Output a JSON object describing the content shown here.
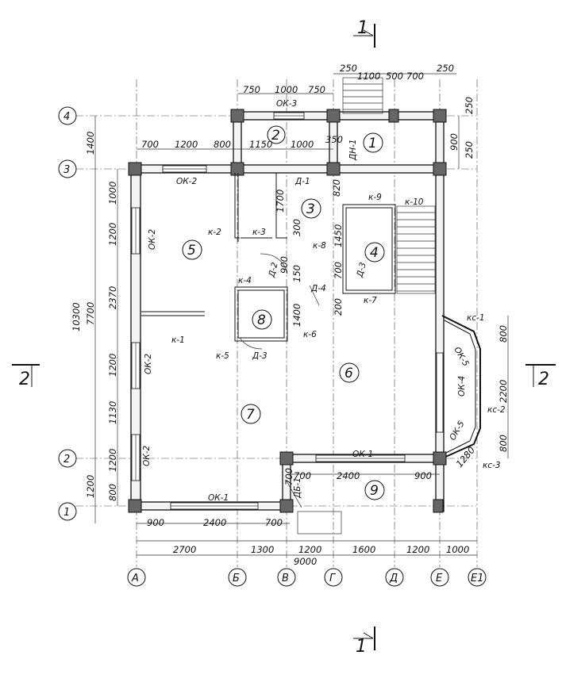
{
  "section_marks": {
    "top": "1",
    "bottom": "1",
    "left": "2",
    "right": "2"
  },
  "axes": {
    "horizontal": [
      "4",
      "3",
      "2",
      "1"
    ],
    "vertical": [
      "А",
      "Б",
      "В",
      "Г",
      "Д",
      "Е",
      "Е1"
    ]
  },
  "rooms": [
    "1",
    "2",
    "3",
    "4",
    "5",
    "6",
    "7",
    "8",
    "9"
  ],
  "labels": {
    "ok2_top": "ОК-2",
    "ok3": "ОК-3",
    "d1": "Д-1",
    "dn1": "ДН-1",
    "ok2_a": "ОК-2",
    "ok2_b": "ОК-2",
    "ok2_c": "ОК-2",
    "ok1_bottom": "ОК-1",
    "ok1_right": "ОК-1",
    "ok4": "ОК-4",
    "ok5_a": "ОК-5",
    "ok5_b": "ОК-5",
    "ks1": "кс-1",
    "ks2": "кс-2",
    "ks3": "кс-3",
    "k1": "к-1",
    "k2": "к-2",
    "k3": "к-3",
    "k4": "к-4",
    "k5": "к-5",
    "k6": "к-6",
    "k7": "к-7",
    "k8": "к-8",
    "k9": "к-9",
    "k10": "к-10",
    "d2": "Д-2",
    "d3a": "Д-3",
    "d3b": "Д-3",
    "d4": "Д-4",
    "db1": "ДБ-1"
  },
  "dims": {
    "top1": [
      "250",
      "1100",
      "500",
      "700",
      "250"
    ],
    "top2": [
      "750",
      "1000",
      "750"
    ],
    "top3": [
      "700",
      "1200",
      "800",
      "1150",
      "1000",
      "350"
    ],
    "left_inner": [
      "1000",
      "1200",
      "2370",
      "1200",
      "1130",
      "1200",
      "800"
    ],
    "left_outer": [
      "1400",
      "7700",
      "1200",
      "10300"
    ],
    "bottom_inner": [
      "900",
      "2400",
      "700"
    ],
    "bottom1": [
      "2700",
      "1300",
      "1200",
      "1600",
      "1200",
      "1000"
    ],
    "bottom_total": "9000",
    "right_outer": [
      "250",
      "900",
      "250",
      "800",
      "2200",
      "800"
    ],
    "inner": [
      "820",
      "1700",
      "1450",
      "300",
      "900",
      "150",
      "700",
      "1400",
      "200",
      "700",
      "2400",
      "900",
      "1280",
      "700"
    ]
  }
}
